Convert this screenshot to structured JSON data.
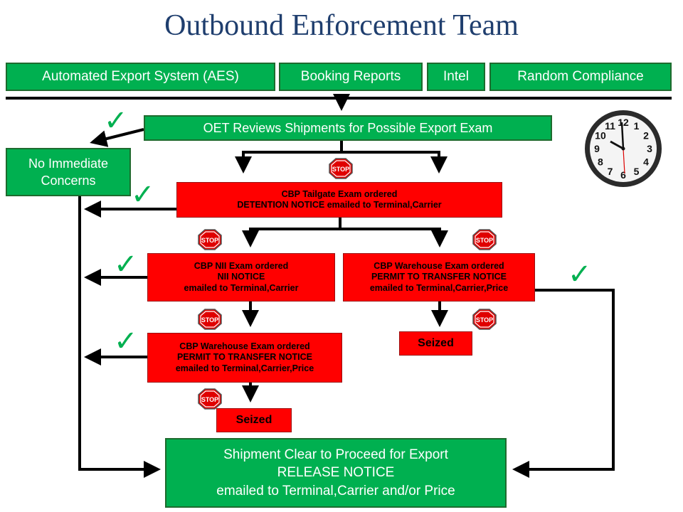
{
  "title": "Outbound Enforcement Team",
  "sources": [
    "Automated Export System (AES)",
    "Booking Reports",
    "Intel",
    "Random Compliance"
  ],
  "review": "OET Reviews Shipments for Possible Export Exam",
  "no_concerns": [
    "No Immediate",
    "Concerns"
  ],
  "tailgate": [
    "CBP Tailgate Exam ordered",
    "DETENTION NOTICE emailed to Terminal,Carrier"
  ],
  "nii": [
    "CBP NII Exam ordered",
    "NII NOTICE",
    "emailed to Terminal,Carrier"
  ],
  "warehouse_right": [
    "CBP Warehouse Exam ordered",
    "PERMIT TO TRANSFER NOTICE",
    "emailed to Terminal,Carrier,Price"
  ],
  "warehouse_left": [
    "CBP Warehouse Exam ordered",
    "PERMIT TO TRANSFER NOTICE",
    "emailed to Terminal,Carrier,Price"
  ],
  "seized_right": "Seized",
  "seized_left": "Seized",
  "release": [
    "Shipment Clear to Proceed for Export",
    "RELEASE NOTICE",
    "emailed to Terminal,Carrier and/or Price"
  ],
  "stop_label": "STOP",
  "check_glyph": "✓",
  "clock_numbers": [
    "12",
    "1",
    "2",
    "3",
    "4",
    "5",
    "6",
    "7",
    "8",
    "9",
    "10",
    "11"
  ],
  "icons": [
    "stop-sign-icon",
    "check-mark-icon",
    "wall-clock-icon"
  ],
  "colors": {
    "title": "#1f3e6e",
    "green": "#00b050",
    "red": "#ff0000",
    "check": "#00b050"
  }
}
